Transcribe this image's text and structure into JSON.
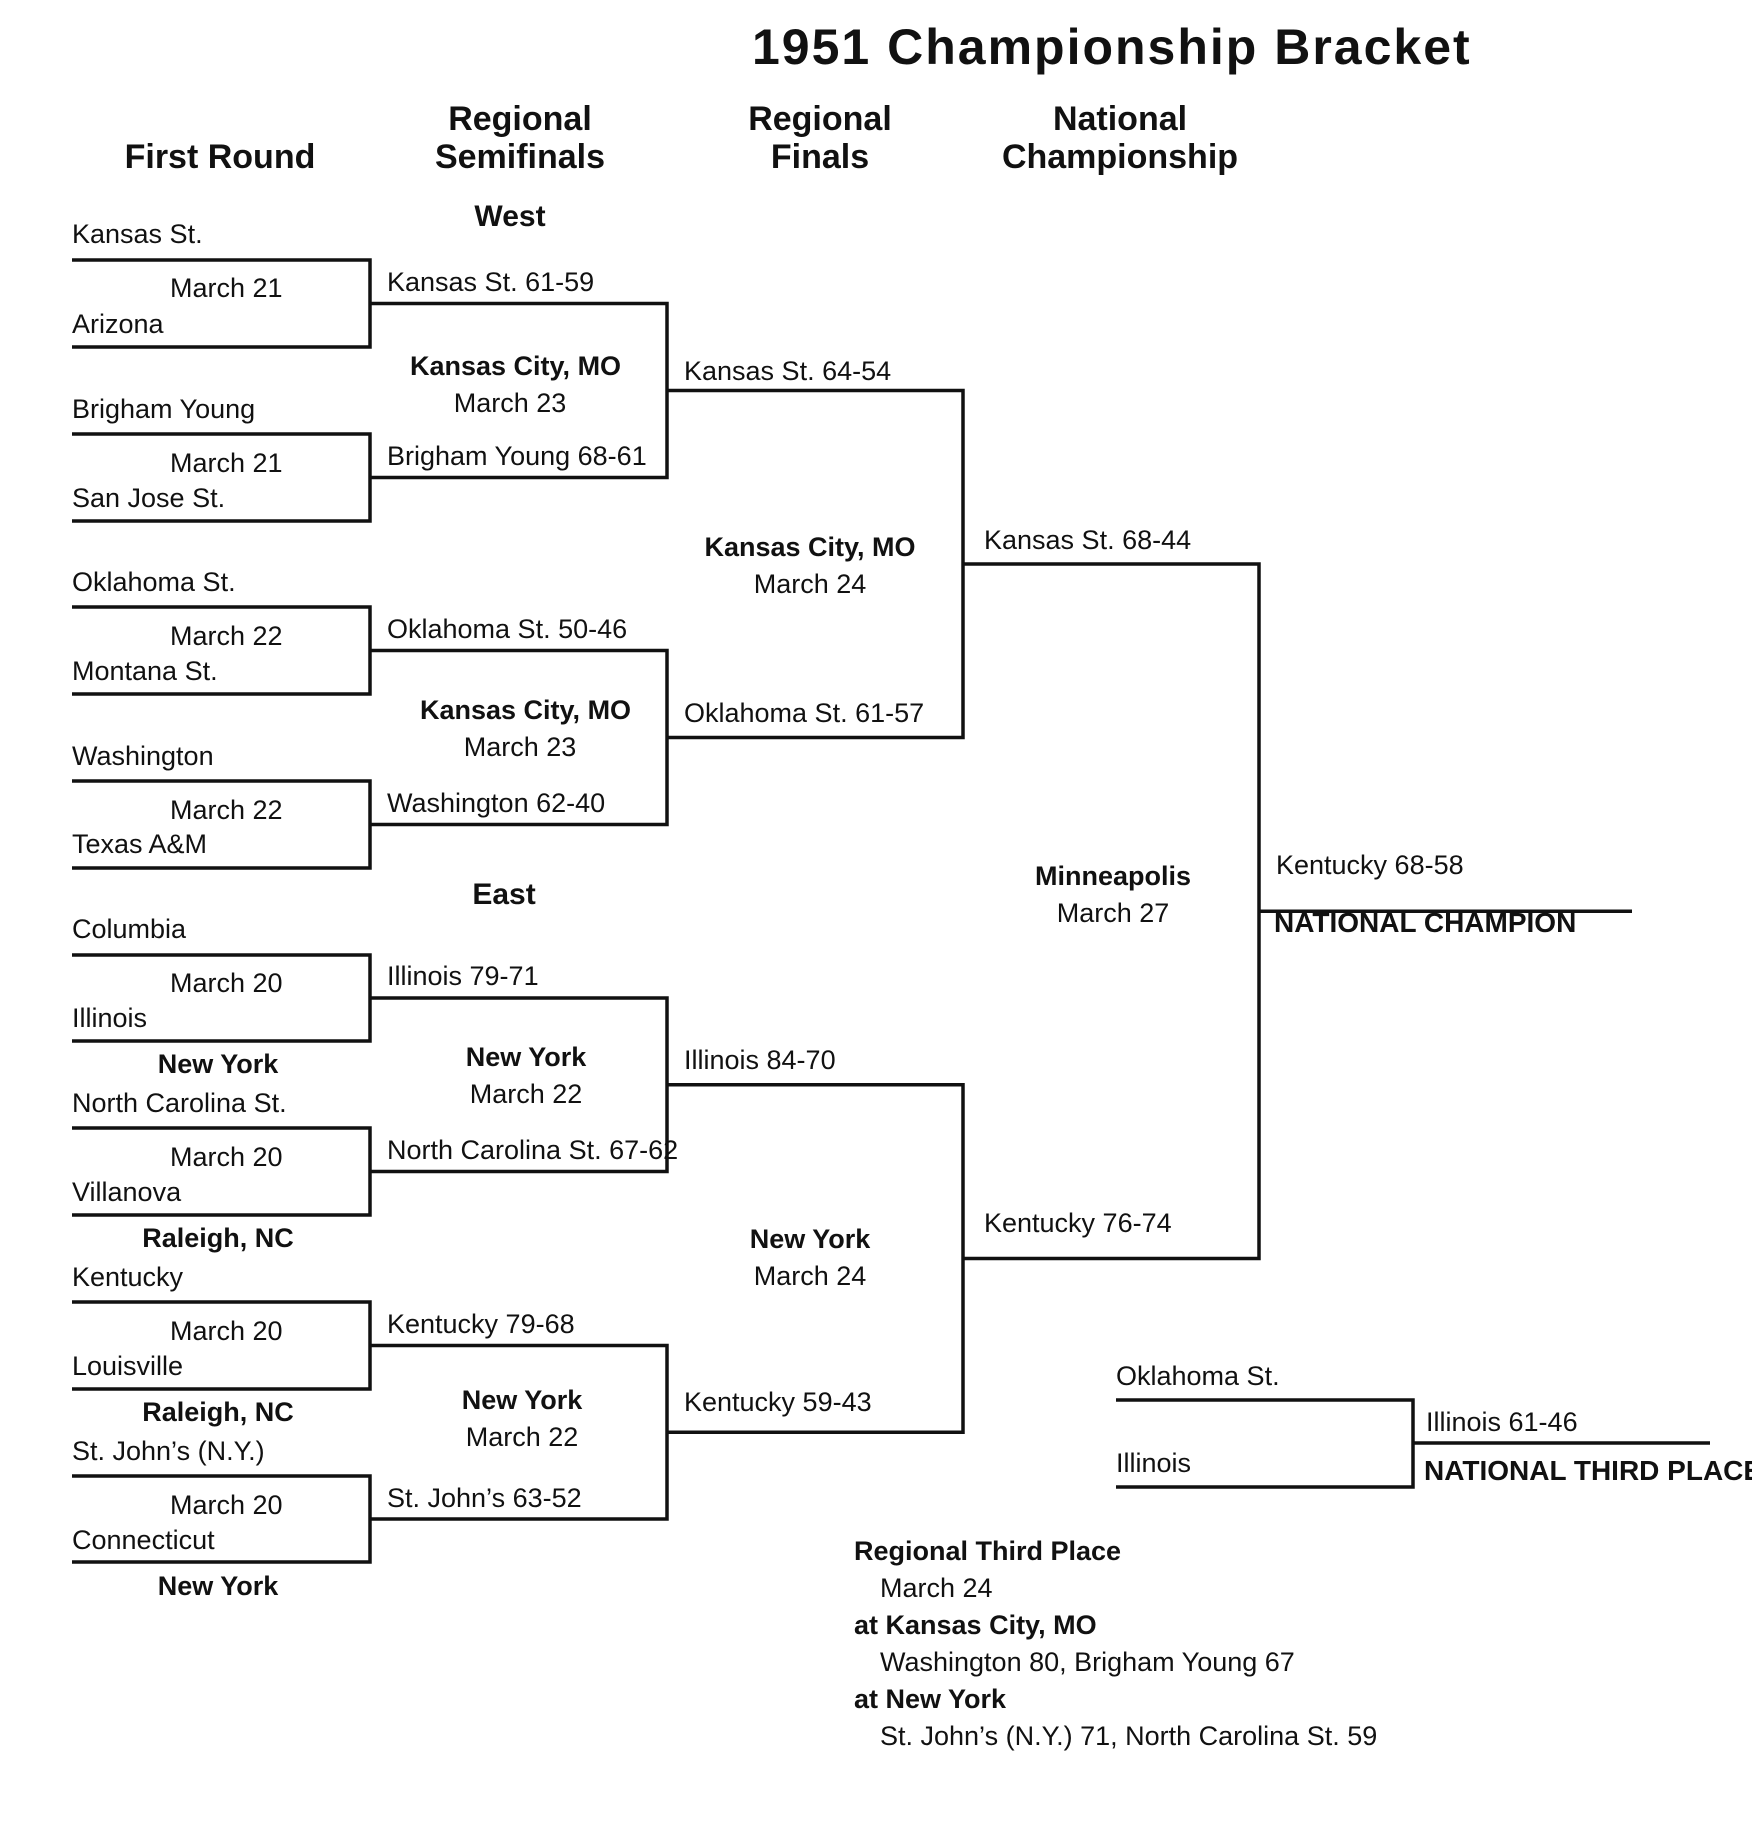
{
  "title": "1951 Championship Bracket",
  "headers": {
    "first_round": "First Round",
    "regional_semifinals": "Regional Semifinals",
    "regional_finals": "Regional Finals",
    "national_championship": "National Championship"
  },
  "regions": {
    "west": "West",
    "east": "East"
  },
  "first_round": {
    "teams": [
      "Kansas St.",
      "Arizona",
      "Brigham Young",
      "San Jose St.",
      "Oklahoma St.",
      "Montana St.",
      "Washington",
      "Texas A&M",
      "Columbia",
      "Illinois",
      "North Carolina St.",
      "Villanova",
      "Kentucky",
      "Louisville",
      "St. John’s (N.Y.)",
      "Connecticut"
    ],
    "dates": [
      "March 21",
      "March 21",
      "March 22",
      "March 22",
      "March 20",
      "March 20",
      "March 20",
      "March 20"
    ],
    "east_sites": [
      "New York",
      "Raleigh, NC",
      "Raleigh, NC",
      "New York"
    ]
  },
  "regional_semifinals": {
    "results": [
      "Kansas St. 61-59",
      "Brigham Young 68-61",
      "Oklahoma St. 50-46",
      "Washington 62-40",
      "Illinois 79-71",
      "North Carolina St. 67-62",
      "Kentucky 79-68",
      "St. John’s 63-52"
    ],
    "sites": [
      {
        "city": "Kansas City, MO",
        "date": "March 23"
      },
      {
        "city": "Kansas City, MO",
        "date": "March 23"
      },
      {
        "city": "New York",
        "date": "March 22"
      },
      {
        "city": "New York",
        "date": "March 22"
      }
    ]
  },
  "regional_finals": {
    "results": [
      "Kansas St. 64-54",
      "Oklahoma St. 61-57",
      "Illinois 84-70",
      "Kentucky 59-43"
    ],
    "sites": [
      {
        "city": "Kansas City, MO",
        "date": "March 24"
      },
      {
        "city": "New York",
        "date": "March 24"
      }
    ]
  },
  "national_semifinals": {
    "results": [
      "Kansas St. 68-44",
      "Kentucky 76-74"
    ]
  },
  "championship": {
    "site": "Minneapolis",
    "date": "March 27",
    "result": "Kentucky 68-58",
    "label": "NATIONAL CHAMPION"
  },
  "third_place": {
    "teams": [
      "Oklahoma St.",
      "Illinois"
    ],
    "result": "Illinois 61-46",
    "label": "NATIONAL THIRD PLACE"
  },
  "regional_third_place": {
    "heading": "Regional Third Place",
    "date": "March 24",
    "site1": "at Kansas City, MO",
    "result1": "Washington 80, Brigham Young 67",
    "site2": "at New York",
    "result2": "St. John’s (N.Y.) 71, North Carolina St. 59"
  }
}
